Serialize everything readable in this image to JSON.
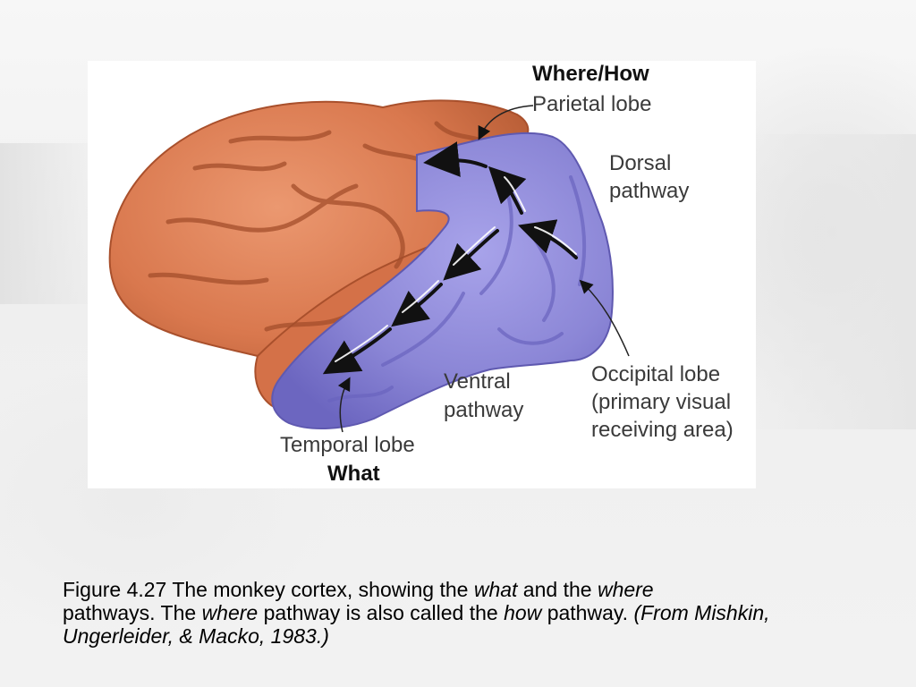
{
  "labels": {
    "where_how": "Where/How",
    "parietal_lobe": "Parietal lobe",
    "dorsal_pathway": [
      "Dorsal",
      "pathway"
    ],
    "occipital_lobe": [
      "Occipital lobe",
      "(primary visual",
      "receiving area)"
    ],
    "ventral_pathway": [
      "Ventral",
      "pathway"
    ],
    "temporal_lobe": "Temporal lobe",
    "what": "What"
  },
  "caption": {
    "part1": "Figure 4.27 The monkey cortex, showing the ",
    "what_italic": "what",
    "part2": " and the ",
    "where_italic": "where",
    "part3": " pathways.  The ",
    "where_italic_2": "where",
    "part4": " pathway is also called the ",
    "how_italic": "how",
    "part5": " pathway.  ",
    "citation": "(From Mishkin, Ungerleider, & Macko, 1983.)"
  },
  "colors": {
    "cortex": "#d9784e",
    "cortex_dark": "#a9502c",
    "pathway_region": "#8b86d6",
    "pathway_dark": "#5f59b0",
    "arrow": "#111111"
  }
}
